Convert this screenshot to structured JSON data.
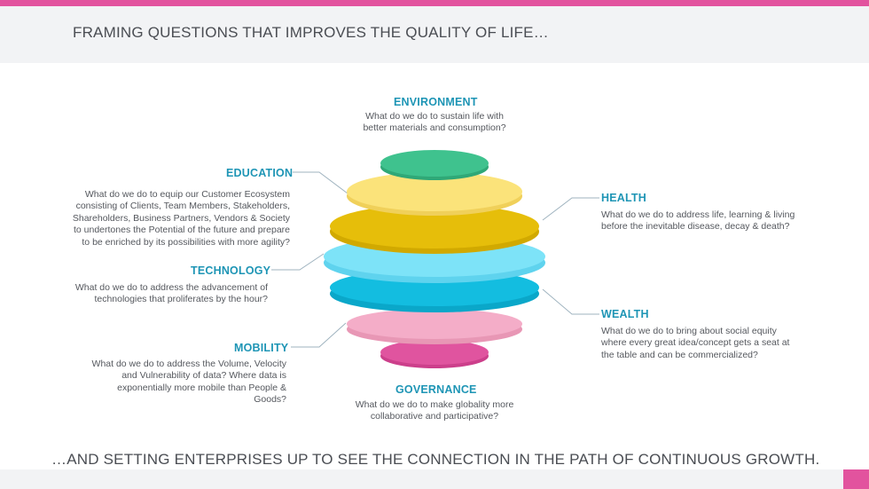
{
  "header": {
    "title": "FRAMING QUESTIONS THAT IMPROVES THE QUALITY OF LIFE…"
  },
  "footer": {
    "title": "…AND SETTING ENTERPRISES UP TO SEE THE CONNECTION IN THE PATH OF CONTINUOUS GROWTH."
  },
  "colors": {
    "brand_pink": "#e2539e",
    "heading_teal": "#1e95b5",
    "environment_layer": "#3fc28e",
    "education_layer": "#fbe37a",
    "health_layer": "#e6be0a",
    "technology_layer": "#7de3f8",
    "wealth_layer": "#13bde0",
    "mobility_layer": "#f4adc8",
    "governance_layer": "#e0549f"
  },
  "sections": {
    "environment": {
      "heading": "ENVIRONMENT",
      "text": "What  do we do to sustain life with\nbetter materials and consumption?"
    },
    "education": {
      "heading": "EDUCATION",
      "text": "What do we do to equip  our Customer Ecosystem\nconsisting of  Clients,  Team Members, Stakeholders,\nShareholders, Business Partners, Vendors & Society\nto undertones the Potential of the future and prepare\nto be enriched by its  possibilities with more agility?"
    },
    "health": {
      "heading": "HEALTH",
      "text": "What do we do to address life, learning & living\nbefore the inevitable disease, decay & death?"
    },
    "technology": {
      "heading": "TECHNOLOGY",
      "text": "What do we do to address the advancement of\ntechnologies that proliferates by the hour?"
    },
    "wealth": {
      "heading": "WEALTH",
      "text": "What do we do to bring about social equity\nwhere every great idea/concept gets a seat at\nthe table and can be commercialized?"
    },
    "mobility": {
      "heading": "MOBILITY",
      "text": "What do we do to address the Volume, Velocity\nand Vulnerability of data? Where data is\nexponentially more mobile than People &\nGoods?"
    },
    "governance": {
      "heading": "GOVERNANCE",
      "text": "What do we do to make globality more\ncollaborative and participative?"
    }
  }
}
